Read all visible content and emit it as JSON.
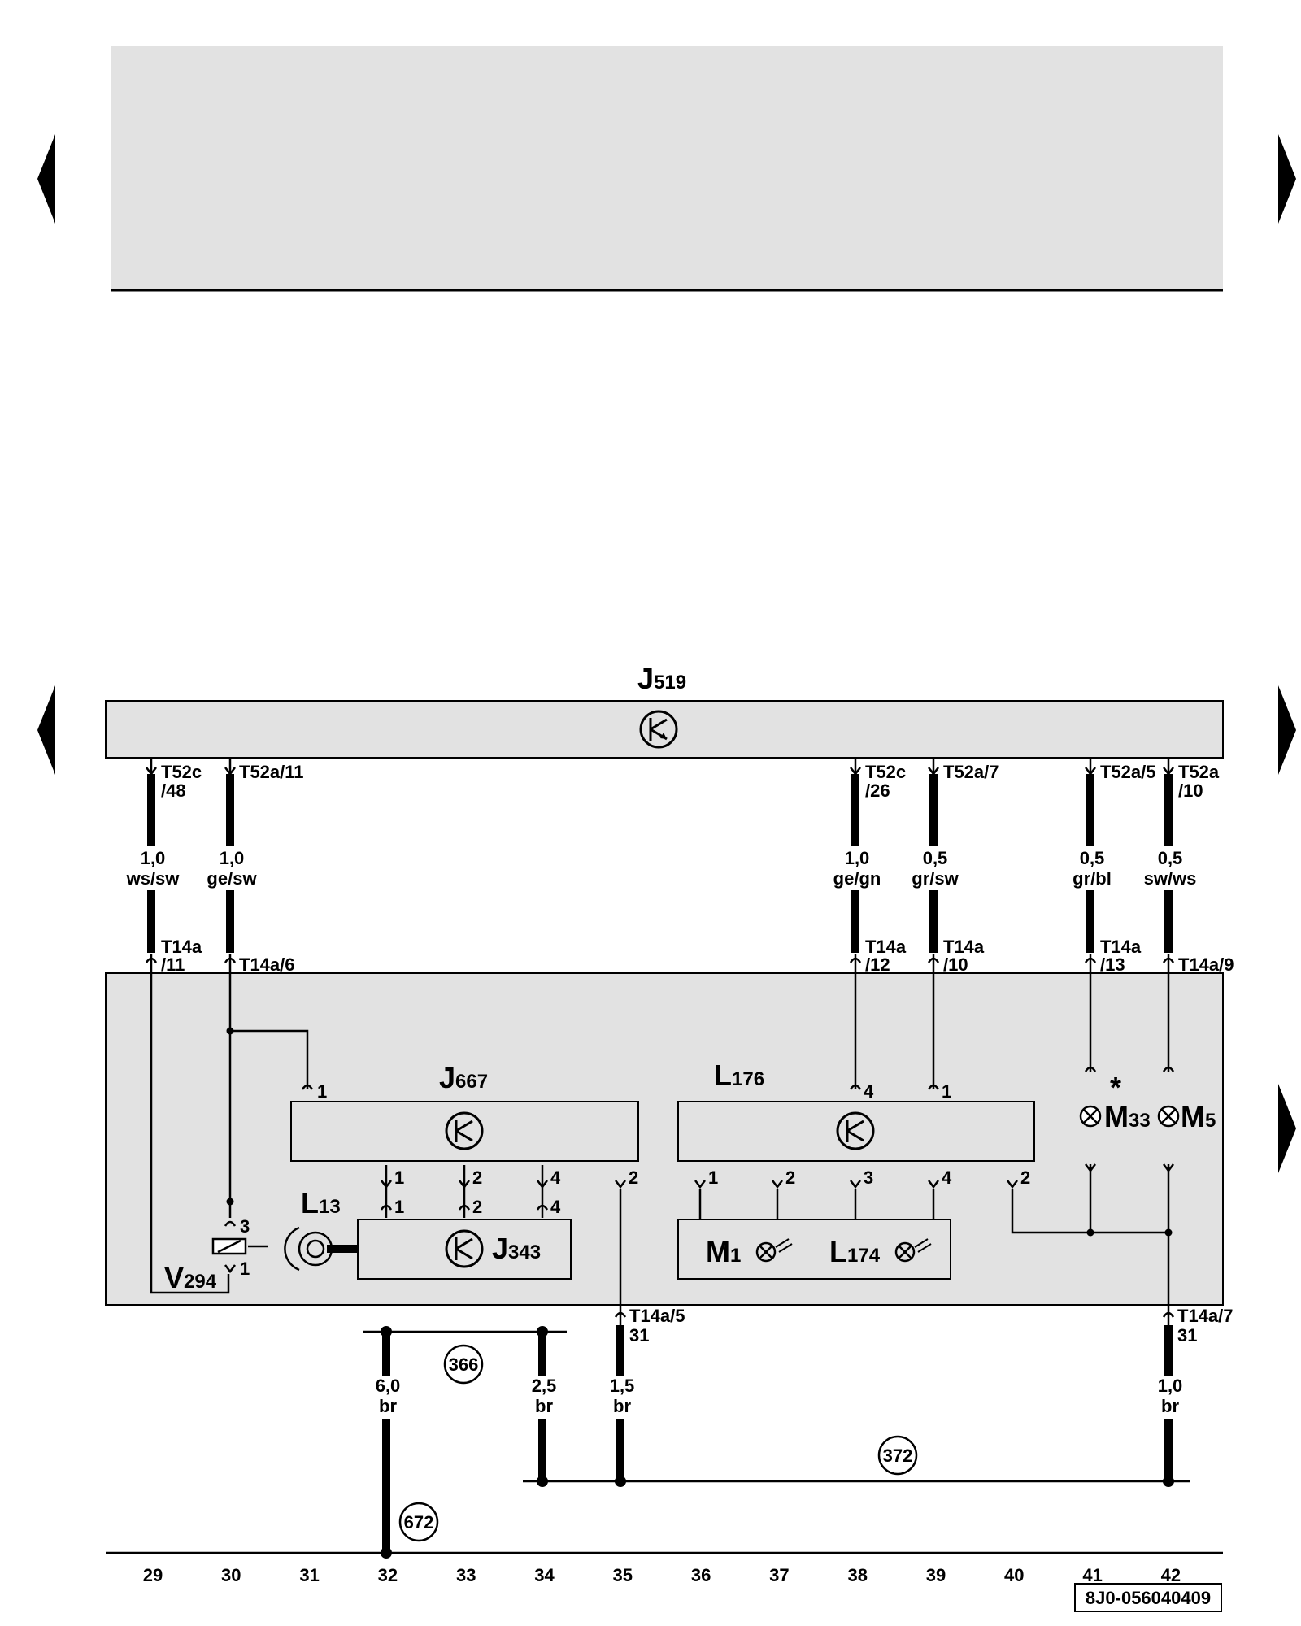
{
  "diagram_id": "8J0-056040409",
  "nav": {
    "prev": "previous-arrow",
    "next": "next-arrow"
  },
  "components": {
    "J519": {
      "main": "J",
      "sub": "519"
    },
    "J667": {
      "main": "J",
      "sub": "667"
    },
    "L176": {
      "main": "L",
      "sub": "176"
    },
    "L13": {
      "main": "L",
      "sub": "13"
    },
    "J343": {
      "main": "J",
      "sub": "343"
    },
    "V294": {
      "main": "V",
      "sub": "294"
    },
    "M1": {
      "main": "M",
      "sub": "1"
    },
    "L174": {
      "main": "L",
      "sub": "174"
    },
    "M33": {
      "main": "M",
      "sub": "33"
    },
    "M5": {
      "main": "M",
      "sub": "5"
    },
    "star": "*"
  },
  "top_connectors": {
    "w29": [
      "T52c",
      "/48"
    ],
    "w30": [
      "T52a/11",
      ""
    ],
    "w38": [
      "T52c",
      "/26"
    ],
    "w39": [
      "T52a/7",
      ""
    ],
    "w41": [
      "T52a/5",
      ""
    ],
    "w42": [
      "T52a",
      "/10"
    ]
  },
  "wires": {
    "w29": [
      "1,0",
      "ws/sw"
    ],
    "w30": [
      "1,0",
      "ge/sw"
    ],
    "w38": [
      "1,0",
      "ge/gn"
    ],
    "w39": [
      "0,5",
      "gr/sw"
    ],
    "w41": [
      "0,5",
      "gr/bl"
    ],
    "w42": [
      "0,5",
      "sw/ws"
    ]
  },
  "mid_connectors": {
    "w29": [
      "T14a",
      "/11"
    ],
    "w30": [
      "T14a/6",
      ""
    ],
    "w38": [
      "T14a",
      "/12"
    ],
    "w39": [
      "T14a",
      "/10"
    ],
    "w41": [
      "T14a",
      "/13"
    ],
    "w42": [
      "T14a/9",
      ""
    ]
  },
  "pins": {
    "j667_in": "1",
    "j667_out": [
      "1",
      "2",
      "4",
      "2"
    ],
    "j343_in": [
      "1",
      "2",
      "4"
    ],
    "l176_in": [
      "4",
      "1"
    ],
    "l176_out": [
      "1",
      "2",
      "3",
      "4",
      "2"
    ],
    "v294_top": "3",
    "v294_bot": "1"
  },
  "ground_connectors": {
    "w35": [
      "T14a/5",
      "31"
    ],
    "w42": [
      "T14a/7",
      "31"
    ]
  },
  "ground_wires": {
    "w32": [
      "6,0",
      "br"
    ],
    "w34": [
      "2,5",
      "br"
    ],
    "w35": [
      "1,5",
      "br"
    ],
    "w42": [
      "1,0",
      "br"
    ]
  },
  "ground_points": [
    "366",
    "372",
    "672"
  ],
  "track_numbers": [
    "29",
    "30",
    "31",
    "32",
    "33",
    "34",
    "35",
    "36",
    "37",
    "38",
    "39",
    "40",
    "41",
    "42"
  ],
  "colors": {
    "module_fill": "#e2e2e2",
    "line": "#000000"
  }
}
